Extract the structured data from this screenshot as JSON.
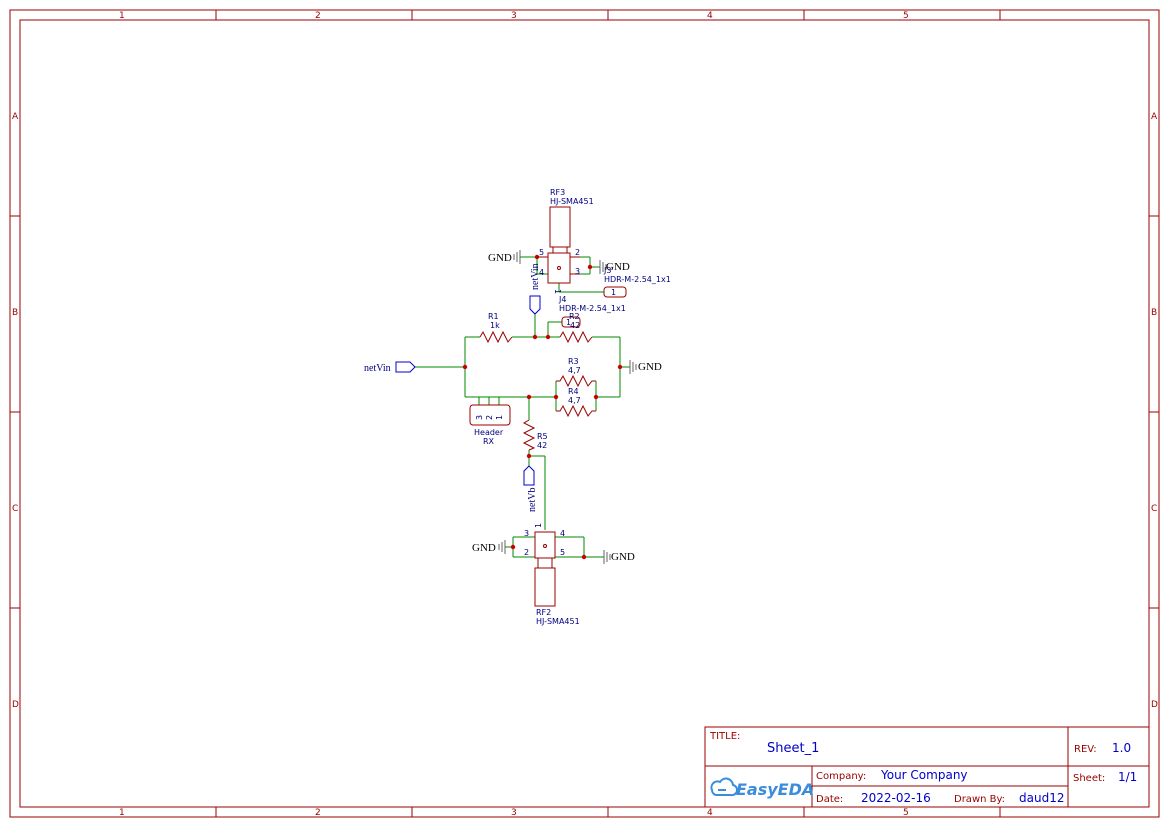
{
  "frame": {
    "columns": [
      "1",
      "2",
      "3",
      "4",
      "5"
    ],
    "rows": [
      "A",
      "B",
      "C",
      "D"
    ]
  },
  "components": {
    "rf3": {
      "ref": "RF3",
      "value": "HJ-SMA451",
      "pins": [
        "5",
        "2",
        "4",
        "3",
        "1"
      ]
    },
    "rf2": {
      "ref": "RF2",
      "value": "HJ-SMA451",
      "pins": [
        "3",
        "4",
        "2",
        "5",
        "1"
      ]
    },
    "j3": {
      "ref": "J3",
      "value": "HDR-M-2.54_1x1",
      "pin": "1"
    },
    "j4": {
      "ref": "J4",
      "value": "HDR-M-2.54_1x1",
      "pin": "1"
    },
    "r1": {
      "ref": "R1",
      "value": "1k"
    },
    "r2": {
      "ref": "R2",
      "value": "42"
    },
    "r3": {
      "ref": "R3",
      "value": "4,7"
    },
    "r4": {
      "ref": "R4",
      "value": "4,7"
    },
    "r5": {
      "ref": "R5",
      "value": "42"
    },
    "header": {
      "ref": "Header",
      "value": "RX",
      "pins": [
        "3",
        "2",
        "1"
      ]
    }
  },
  "nets": {
    "gnd": "GND",
    "vin_port": "netVin",
    "vin_vertical": "netVin",
    "vb_vertical": "netVb"
  },
  "title_block": {
    "title_label": "TITLE:",
    "title": "Sheet_1",
    "rev_label": "REV:",
    "rev": "1.0",
    "company_label": "Company:",
    "company": "Your Company",
    "sheet_label": "Sheet:",
    "sheet": "1/1",
    "date_label": "Date:",
    "date": "2022-02-16",
    "drawn_label": "Drawn By:",
    "drawn_by": "daud12",
    "logo_text": "EasyEDA"
  }
}
